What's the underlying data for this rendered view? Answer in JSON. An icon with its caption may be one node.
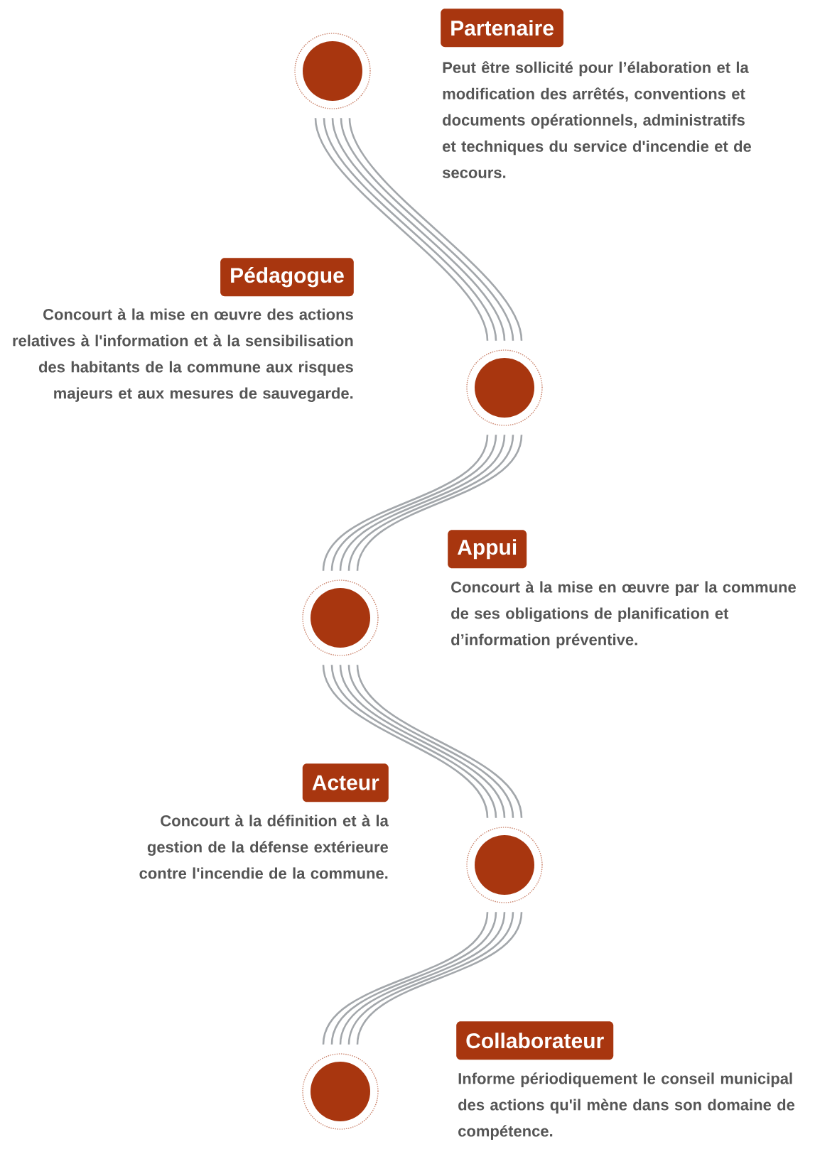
{
  "diagram": {
    "nodes": [
      {
        "text": [],
        "shape": "circle"
      },
      {
        "text": [
          "Partenaire"
        ],
        "beside": [
          "Peut être sollicité pour l’élaboration et la modification des arrêtés, conventions et documents opérationnels, administratifs et techniques du service d'incendie et de secours."
        ]
      },
      {
        "text": [
          "Pédagogue"
        ],
        "beside": [
          "Concourt à la mise en œuvre des actions relatives à l'information et à la sensibilisation des habitants de la commune aux risques majeurs et aux mesures de sauvegarde."
        ]
      },
      {
        "text": [],
        "shape": "circle"
      },
      {
        "text": [
          "Appui"
        ],
        "beside": [
          "Concourt à la mise en œuvre par la commune de ses obligations de planification et d’information préventive."
        ]
      },
      {
        "text": [],
        "shape": "circle"
      },
      {
        "text": [
          "Acteur"
        ],
        "beside": [
          "Concourt à la définition et à la gestion de la défense extérieure contre l'incendie de la commune."
        ]
      },
      {
        "text": [],
        "shape": "circle"
      },
      {
        "text": [
          "Collaborateur"
        ],
        "beside": [
          "Informe périodiquement le conseil municipal des actions qu'il mène dans son domaine de compétence."
        ]
      },
      {
        "text": [],
        "shape": "circle"
      }
    ],
    "edges": [
      {
        "from": 0,
        "to": 3,
        "arrow": "none"
      },
      {
        "from": 3,
        "to": 5,
        "arrow": "none"
      },
      {
        "from": 5,
        "to": 7,
        "arrow": "none"
      },
      {
        "from": 7,
        "to": 9,
        "arrow": "none"
      }
    ]
  }
}
